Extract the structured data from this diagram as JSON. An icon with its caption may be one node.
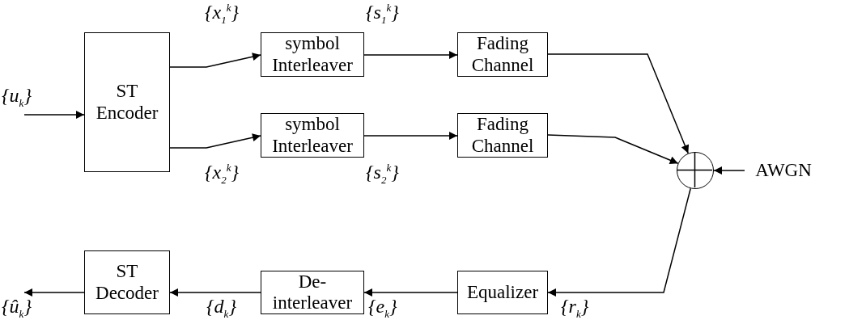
{
  "diagram": {
    "nodes": [
      {
        "text": [
          "ST Encoder"
        ]
      },
      {
        "text": [
          "symbol Interleaver"
        ]
      },
      {
        "text": [
          "Fading Channel"
        ]
      },
      {
        "text": [
          "symbol Interleaver"
        ]
      },
      {
        "text": [
          "Fading Channel"
        ]
      },
      {
        "text": [],
        "shape": "circle"
      },
      {
        "text": [
          "AWGN"
        ]
      },
      {
        "text": [
          "Equalizer"
        ]
      },
      {
        "text": [
          "De- interleaver"
        ]
      },
      {
        "text": [
          "ST Decoder"
        ]
      }
    ],
    "edges": [
      {
        "from": null,
        "to": 0,
        "arrow": "to",
        "label": "{u$_{k}$}"
      },
      {
        "from": 0,
        "to": 1,
        "arrow": "to",
        "label": "{x$_{1}$$^{k}$}"
      },
      {
        "from": 1,
        "to": 2,
        "arrow": "to",
        "label": "{s$_{1}$$^{k}$}"
      },
      {
        "from": 0,
        "to": 3,
        "arrow": "to",
        "label": "{x$_{2}$$^{k}$}"
      },
      {
        "from": 3,
        "to": 4,
        "arrow": "to",
        "label": "{s$_{2}$$^{k}$}"
      },
      {
        "from": 2,
        "to": 5,
        "arrow": "to"
      },
      {
        "from": 4,
        "to": 5,
        "arrow": "to"
      },
      {
        "from": 6,
        "to": 5,
        "arrow": "to"
      },
      {
        "from": 5,
        "to": 7,
        "arrow": "to",
        "label": "{r$_{k}$}"
      },
      {
        "from": 7,
        "to": 8,
        "arrow": "to",
        "label": "{e$_{k}$}"
      },
      {
        "from": 8,
        "to": 9,
        "arrow": "to",
        "label": "{d$_{k}$}"
      },
      {
        "from": 9,
        "to": null,
        "arrow": "to",
        "label": "{û$_{k}$}"
      }
    ]
  }
}
